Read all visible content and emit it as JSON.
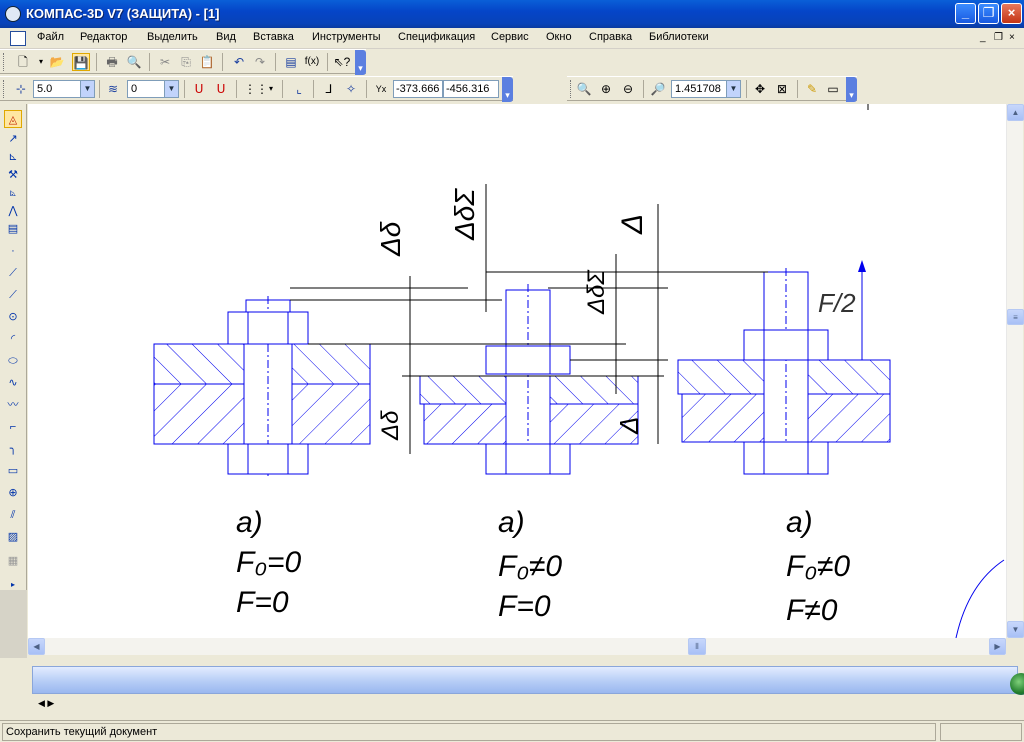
{
  "window": {
    "title": "КОМПАС-3D V7 (ЗАЩИТА) - [1]"
  },
  "menu": {
    "items": [
      "Файл",
      "Редактор",
      "Выделить",
      "Вид",
      "Вставка",
      "Инструменты",
      "Спецификация",
      "Сервис",
      "Окно",
      "Справка",
      "Библиотеки"
    ]
  },
  "toolbar2": {
    "step_value": "5.0",
    "layer_value": "0",
    "coord_x": "-373.666",
    "coord_y": "-456.316",
    "zoom_value": "1.451708"
  },
  "drawing": {
    "labels": {
      "delta_d": "Δδ",
      "delta_dsigma": "ΔδΣ",
      "delta": "Δ",
      "delta_dsigma2": "ΔδΣ",
      "delta_d_bottom": "Δδ",
      "f_half": "F/2",
      "delta_bottom": "Δ"
    },
    "captions": [
      {
        "letter": "a)",
        "line1": "F₀=0",
        "line2": "F=0"
      },
      {
        "letter": "a)",
        "line1": "F₀≠0",
        "line2": "F=0"
      },
      {
        "letter": "a)",
        "line1": "F₀≠0",
        "line2": "F≠0"
      }
    ],
    "line_color": "#0000ee",
    "dim_color": "#000000"
  },
  "status": {
    "message": "Сохранить текущий документ"
  },
  "colors": {
    "title_bar": "#0a4fd0",
    "drawing_blue": "#0000ee",
    "active_tool": "#ffe7a2"
  }
}
